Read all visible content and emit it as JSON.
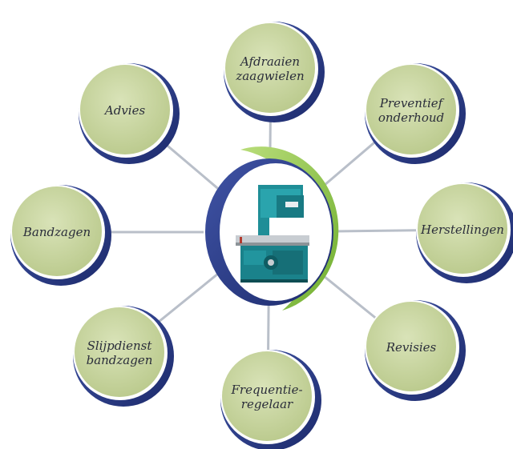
{
  "diagram": {
    "nodes": [
      {
        "id": "afdraaien",
        "lines": [
          "Afdraaien",
          "zaagwielen"
        ]
      },
      {
        "id": "preventief",
        "lines": [
          "Preventief",
          "onderhoud"
        ]
      },
      {
        "id": "herstellingen",
        "lines": [
          "Herstellingen"
        ]
      },
      {
        "id": "revisies",
        "lines": [
          "Revisies"
        ]
      },
      {
        "id": "frequentie",
        "lines": [
          "Frequentie-",
          "regelaar"
        ]
      },
      {
        "id": "slijpdienst",
        "lines": [
          "Slijpdienst",
          "bandzagen"
        ]
      },
      {
        "id": "bandzagen",
        "lines": [
          "Bandzagen"
        ]
      },
      {
        "id": "advies",
        "lines": [
          "Advies"
        ]
      }
    ],
    "colors": {
      "node_fill": "#c9d6a3",
      "node_ring": "#2c3d8a",
      "connector": "#b9bfc9",
      "center_ring": "#283a8c",
      "accent_arc": "#8dc63f",
      "label": "#2a2d3a",
      "machine_body": "#1f8e97"
    },
    "center_image": "bandsaw-machine"
  }
}
